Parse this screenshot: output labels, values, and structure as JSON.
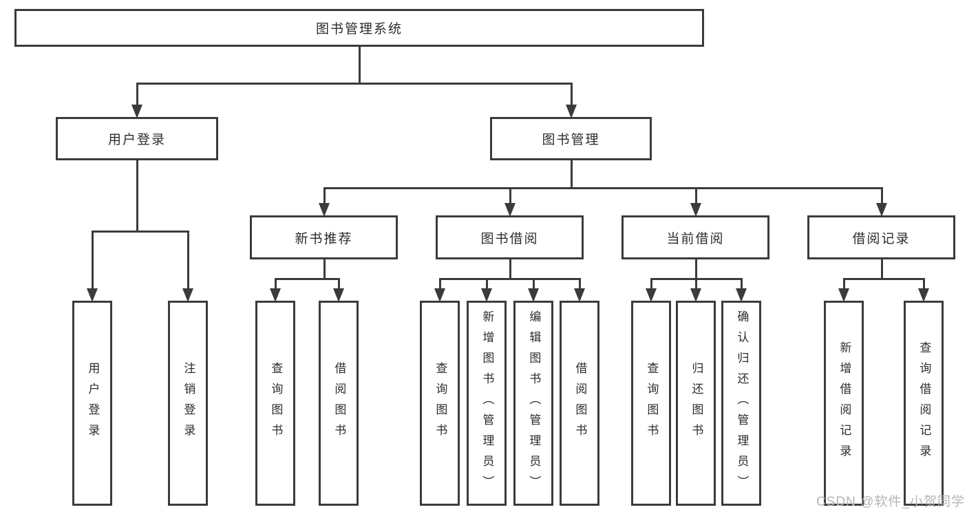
{
  "diagram": {
    "title": "图书管理系统",
    "watermark": "CSDN @软件_小贺同学",
    "colors": {
      "line": "#3b3b3e",
      "text": "#2c2c31",
      "watermark": "#b5b5b5",
      "background": "#ffffff"
    },
    "tree": {
      "id": "root",
      "label": "图书管理系统",
      "children": [
        {
          "id": "user-login",
          "label": "用户登录",
          "children": [
            {
              "id": "leaf-user-login",
              "label": "用户登录"
            },
            {
              "id": "leaf-logout",
              "label": "注销登录"
            }
          ]
        },
        {
          "id": "book-mgmt",
          "label": "图书管理",
          "children": [
            {
              "id": "new-books",
              "label": "新书推荐",
              "children": [
                {
                  "id": "nb-search",
                  "label": "查询图书"
                },
                {
                  "id": "nb-borrow",
                  "label": "借阅图书"
                }
              ]
            },
            {
              "id": "book-borrow",
              "label": "图书借阅",
              "children": [
                {
                  "id": "bb-search",
                  "label": "查询图书"
                },
                {
                  "id": "bb-add",
                  "label": "新增图书（管理员）"
                },
                {
                  "id": "bb-edit",
                  "label": "编辑图书（管理员）"
                },
                {
                  "id": "bb-borrow",
                  "label": "借阅图书"
                }
              ]
            },
            {
              "id": "current-borrow",
              "label": "当前借阅",
              "children": [
                {
                  "id": "cb-search",
                  "label": "查询图书"
                },
                {
                  "id": "cb-return",
                  "label": "归还图书"
                },
                {
                  "id": "cb-confirm",
                  "label": "确认归还（管理员）"
                }
              ]
            },
            {
              "id": "borrow-records",
              "label": "借阅记录",
              "children": [
                {
                  "id": "br-add",
                  "label": "新增借阅记录"
                },
                {
                  "id": "br-search",
                  "label": "查询借阅记录"
                }
              ]
            }
          ]
        }
      ]
    }
  }
}
